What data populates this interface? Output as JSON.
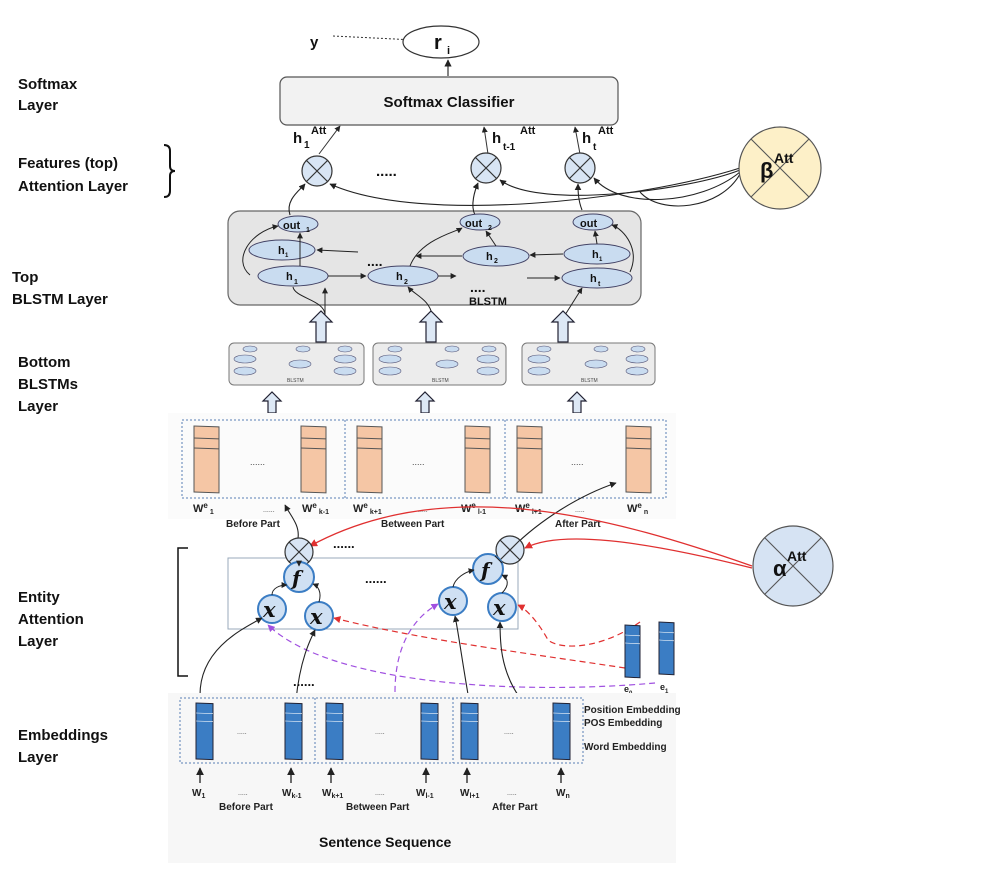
{
  "layers": {
    "softmax": [
      "Softmax",
      "Layer"
    ],
    "features": [
      "Features (top)",
      "Attention Layer"
    ],
    "top_blstm": [
      "Top",
      "BLSTM Layer"
    ],
    "bottom_blstm": [
      "Bottom",
      "BLSTMs",
      "Layer"
    ],
    "entity": [
      "Entity",
      "Attention",
      "Layer"
    ],
    "embeddings": [
      "Embeddings",
      "Layer"
    ]
  },
  "output": {
    "y": "y",
    "r": "r",
    "r_sub": "i"
  },
  "classifier": {
    "label": "Softmax  Classifier"
  },
  "feature_labels": [
    {
      "base": "h",
      "sub": "1",
      "sup": "Att"
    },
    {
      "base": "h",
      "sub": "t-1",
      "sup": "Att"
    },
    {
      "base": "h",
      "sub": "t",
      "sup": "Att"
    }
  ],
  "dots": {
    "five": ".....",
    "four": "....",
    "six": "......"
  },
  "beta": {
    "base": "β",
    "sup": "Att",
    "color": "#fdf0c8"
  },
  "alpha": {
    "base": "α",
    "sup": "Att",
    "color": "#d6e3f3"
  },
  "blstm": {
    "label": "BLSTM",
    "out1": "out",
    "out1_sub": "1",
    "out2": "out",
    "out2_sub": "2",
    "out3": "out",
    "h": "h",
    "h_subs": [
      "1",
      "2",
      "2",
      "1",
      "t",
      "1"
    ]
  },
  "mini_blstm_label": "BLSTM",
  "we_labels": [
    {
      "base": "W",
      "sup": "e",
      "sub": "1"
    },
    {
      "base": "W",
      "sup": "e",
      "sub": "k-1"
    },
    {
      "base": "W",
      "sup": "e",
      "sub": "k+1"
    },
    {
      "base": "W",
      "sup": "e",
      "sub": "l-1"
    },
    {
      "base": "W",
      "sup": "e",
      "sub": "l+1"
    },
    {
      "base": "W",
      "sup": "e",
      "sub": "n"
    }
  ],
  "parts": {
    "before": "Before Part",
    "between": "Between Part",
    "after": "After Part"
  },
  "entity": {
    "f": "f",
    "x": "x"
  },
  "entity_vectors": [
    {
      "base": "e",
      "sub": "0"
    },
    {
      "base": "e",
      "sub": "1"
    }
  ],
  "embedding_legend": [
    "Position Embedding",
    "POS Embedding",
    "Word Embedding"
  ],
  "w_labels": [
    {
      "base": "W",
      "sub": "1"
    },
    {
      "base": "W",
      "sub": "k-1"
    },
    {
      "base": "W",
      "sub": "k+1"
    },
    {
      "base": "W",
      "sub": "l-1"
    },
    {
      "base": "W",
      "sub": "l+1"
    },
    {
      "base": "W",
      "sub": "n"
    }
  ],
  "sentence": "Sentence Sequence",
  "colors": {
    "embedding_blue": "#3b7dc4",
    "word_orange": "#f5c6a5",
    "node_blue": "#c9dcf0",
    "red_line": "#e03030",
    "purple_line": "#a050e0"
  }
}
